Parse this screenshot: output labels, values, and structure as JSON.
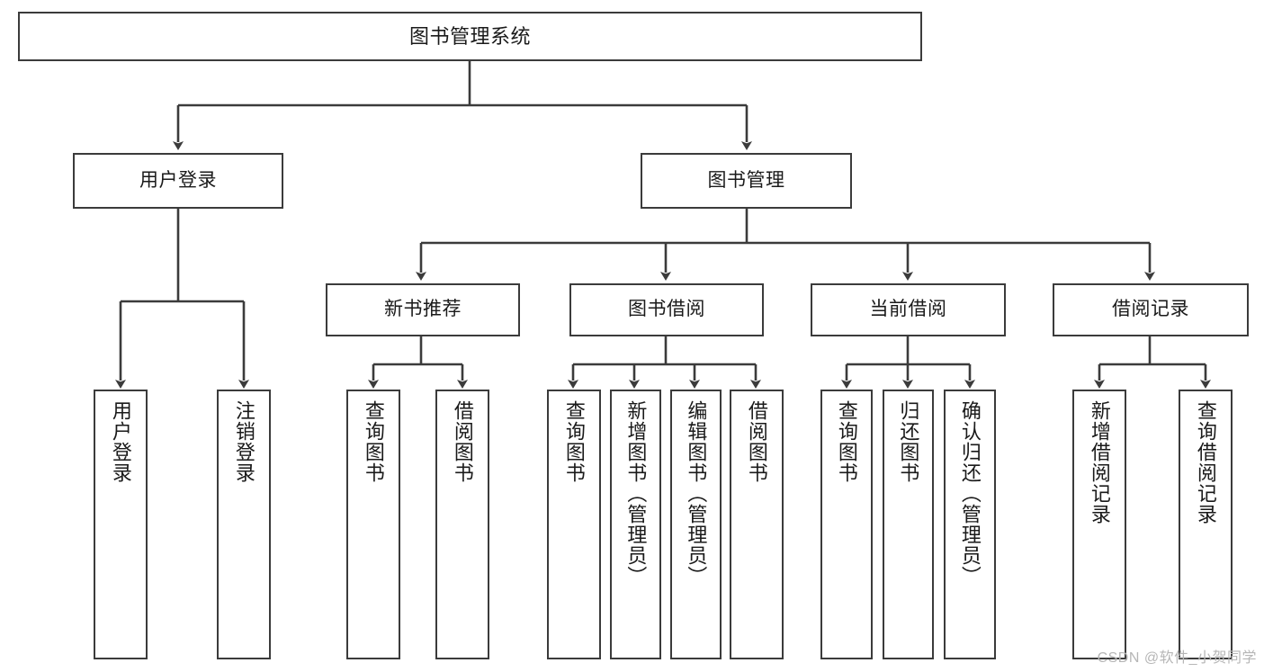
{
  "diagram": {
    "title": "图书管理系统",
    "watermark": "CSDN @软件_小贺同学",
    "line_color": "#3b3b3b",
    "box_fill": "#ffffff",
    "text_color": "#1a1a1a",
    "watermark_color": "#b6b6b6"
  },
  "root": {
    "label": "图书管理系统"
  },
  "level2": [
    {
      "label": "用户登录"
    },
    {
      "label": "图书管理"
    }
  ],
  "level3": [
    {
      "label": "新书推荐"
    },
    {
      "label": "图书借阅"
    },
    {
      "label": "当前借阅"
    },
    {
      "label": "借阅记录"
    }
  ],
  "leaves": {
    "user_login": [
      {
        "label": "用户登录"
      },
      {
        "label": "注销登录"
      }
    ],
    "new_book_recommend": [
      {
        "label": "查询图书"
      },
      {
        "label": "借阅图书"
      }
    ],
    "book_borrow": [
      {
        "label": "查询图书"
      },
      {
        "label": "新增图书（管理员）"
      },
      {
        "label": "编辑图书（管理员）"
      },
      {
        "label": "借阅图书"
      }
    ],
    "current_borrow": [
      {
        "label": "查询图书"
      },
      {
        "label": "归还图书"
      },
      {
        "label": "确认归还（管理员）"
      }
    ],
    "borrow_record": [
      {
        "label": "新增借阅记录"
      },
      {
        "label": "查询借阅记录"
      }
    ]
  }
}
